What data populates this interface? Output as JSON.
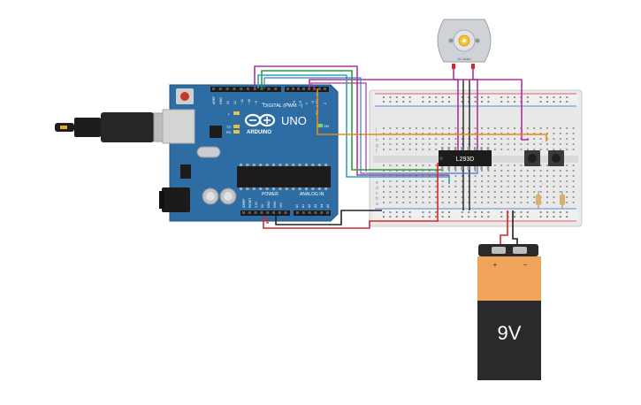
{
  "arduino": {
    "brand_logo_text": "ARDUINO",
    "model_text": "UNO",
    "digital_header_label": "DIGITAL (PWM ~)",
    "tx_rx_label": "TX→1 RX←0",
    "power_label": "POWER",
    "analog_label": "ANALOG IN",
    "led_labels": [
      "L",
      "TX",
      "RX"
    ],
    "on_label": "ON",
    "digital_pin_labels": [
      "AREF",
      "GND",
      "13",
      "12",
      "~11",
      "~10",
      "~9",
      "8",
      "7",
      "~6",
      "~5",
      "4",
      "~3",
      "2"
    ],
    "power_pin_labels": [
      "IOREF",
      "RESET",
      "3.3V",
      "5V",
      "GND",
      "GND",
      "VIN"
    ],
    "analog_pin_labels": [
      "A0",
      "A1",
      "A2",
      "A3",
      "A4",
      "A5"
    ]
  },
  "driver_chip": {
    "label": "L293D"
  },
  "motor": {
    "label": "DC Motor"
  },
  "battery": {
    "label": "9V",
    "plus": "+",
    "minus": "−"
  },
  "breadboard": {
    "row_letters": [
      "a",
      "b",
      "c",
      "d",
      "e",
      "f",
      "g",
      "h",
      "i",
      "j"
    ]
  },
  "colors": {
    "board_blue": "#2d6da3",
    "breadboard": "#e9e9e9",
    "wire_red": "#d62828",
    "wire_black": "#222222",
    "wire_magenta": "#b0339b",
    "wire_green": "#2e9a3a",
    "wire_teal": "#2aa7b9",
    "wire_orange": "#e88a16",
    "battery_orange": "#f0a45b",
    "battery_black": "#2a2a2a"
  }
}
